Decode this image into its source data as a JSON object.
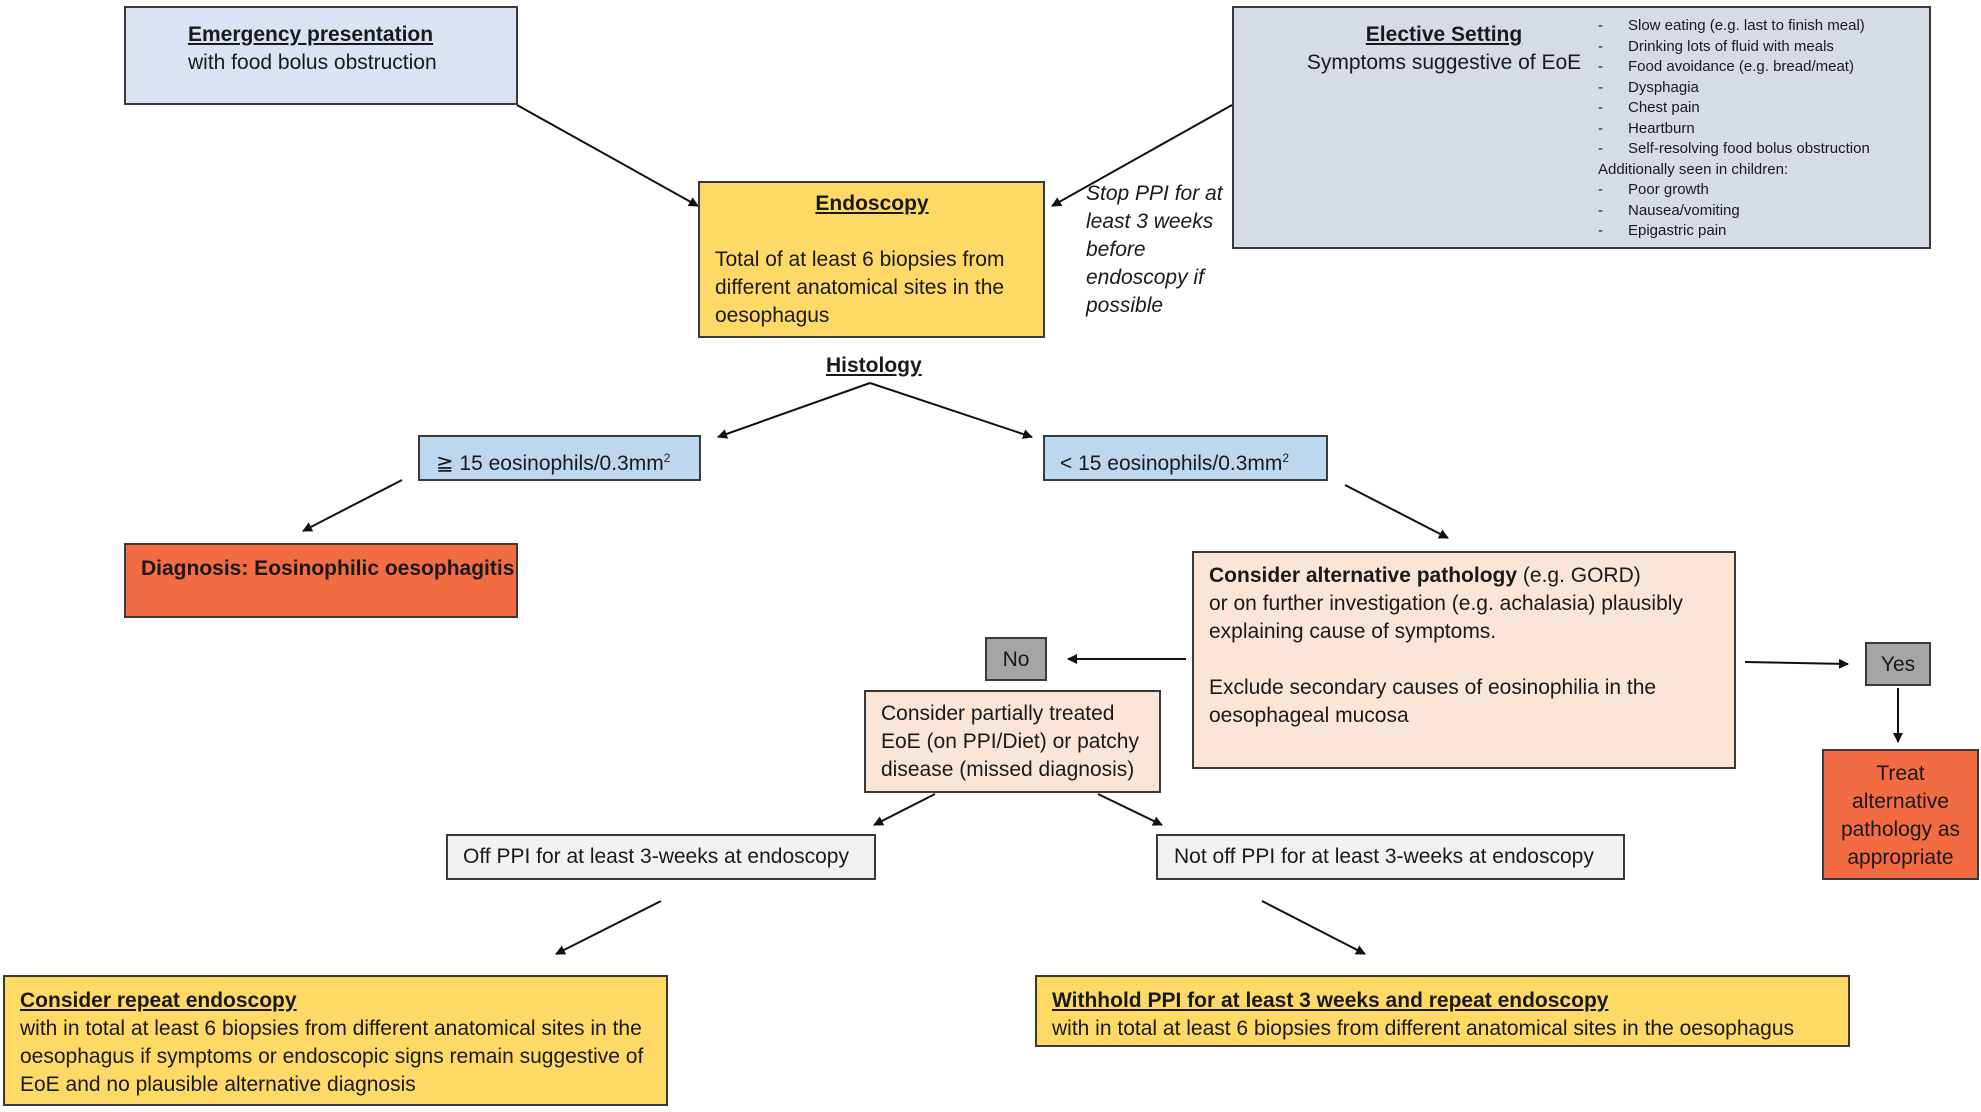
{
  "emergency": {
    "title": "Emergency presentation",
    "text": "with food bolus obstruction"
  },
  "elective": {
    "title": "Elective Setting",
    "text": "Symptoms suggestive of EoE",
    "symptoms": [
      "Slow eating (e.g. last to finish meal)",
      "Drinking lots of fluid with meals",
      "Food avoidance (e.g. bread/meat)",
      "Dysphagia",
      "Chest pain",
      "Heartburn",
      "Self-resolving food bolus obstruction"
    ],
    "children_heading": "Additionally seen in children:",
    "children_symptoms": [
      "Poor growth",
      "Nausea/vomiting",
      "Epigastric pain"
    ]
  },
  "endoscopy": {
    "title": "Endoscopy",
    "text": "Total of at least 6 biopsies from different anatomical sites in the oesophagus"
  },
  "stop_ppi_note": "Stop PPI for at least 3 weeks before endoscopy if possible",
  "histology_label": "Histology",
  "high_eos": {
    "prefix": "≧ 15 eosinophils/0.3mm",
    "sup": "2"
  },
  "low_eos": {
    "prefix": "< 15 eosinophils/0.3mm",
    "sup": "2"
  },
  "diagnosis": "Diagnosis: Eosinophilic oesophagitis",
  "alternative": {
    "title": "Consider alternative pathology",
    "title_suffix": " (e.g. GORD)",
    "line2": "or on further investigation (e.g. achalasia) plausibly explaining cause of symptoms.",
    "line3": "Exclude secondary causes of eosinophilia in the oesophageal mucosa"
  },
  "no_label": "No",
  "yes_label": "Yes",
  "treat_alternative": "Treat alternative pathology as appropriate",
  "partially_treated": "Consider partially treated EoE (on PPI/Diet) or patchy disease (missed diagnosis)",
  "off_ppi": "Off PPI for at least 3-weeks at endoscopy",
  "not_off_ppi": "Not off PPI for at least 3-weeks at endoscopy",
  "repeat_endoscopy": {
    "title": "Consider repeat endoscopy",
    "text": "with in total at least 6 biopsies from different anatomical sites in the oesophagus if symptoms or endoscopic signs remain suggestive of EoE and no plausible alternative diagnosis"
  },
  "withhold": {
    "title": "Withhold PPI for at least 3 weeks and repeat endoscopy",
    "text": "with in total at least 6 biopsies from different anatomical sites in the oesophagus"
  },
  "colors": {
    "blue_box": "#dae3f3",
    "grey_box": "#d6dce5",
    "yellow_box": "#ffd966",
    "light_blue_box": "#bdd7ee",
    "red_box": "#f26b43",
    "peach_box": "#fbe5d6",
    "grey_dark_box": "#a5a5a5",
    "light_grey_box": "#f2f2f2"
  }
}
